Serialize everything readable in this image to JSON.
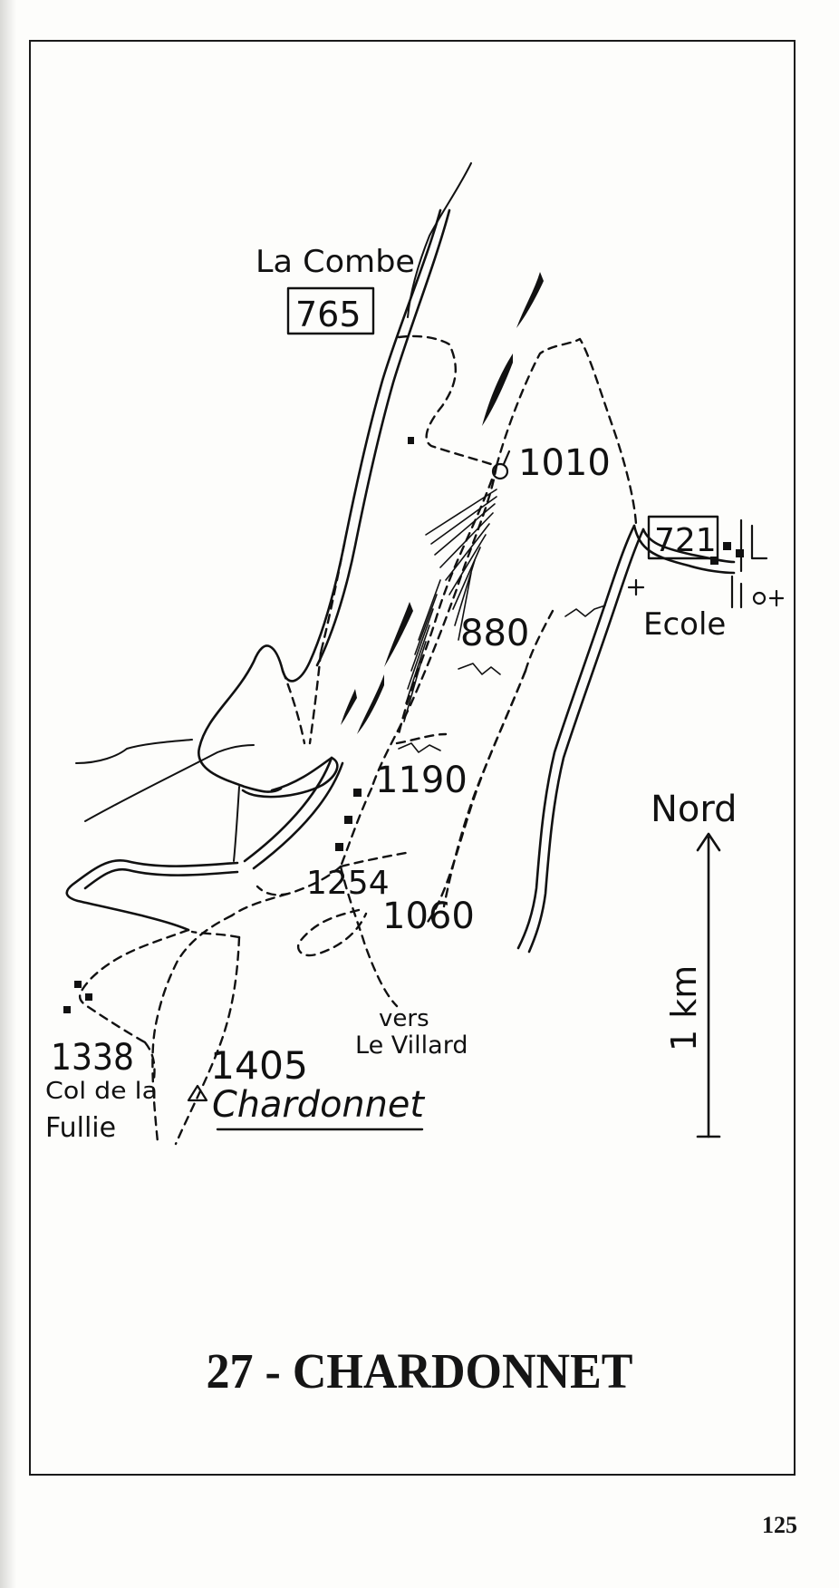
{
  "map": {
    "places": {
      "la_combe": "La Combe",
      "col": "Col de la",
      "fullie": "Fullie",
      "chardonnet": "Chardonnet",
      "vers": "vers",
      "le_villard": "Le Villard",
      "ecole": "Ecole"
    },
    "altitudes": {
      "a765": "765",
      "a721": "721",
      "a1010": "1010",
      "a880": "880",
      "a1190": "1190",
      "a1254": "1254",
      "a1060": "1060",
      "a1338": "1338",
      "a1405": "1405"
    },
    "compass": {
      "label": "Nord"
    },
    "scale": {
      "label": "1 km"
    }
  },
  "caption": {
    "title": "27 - CHARDONNET"
  },
  "page": {
    "number": "125"
  },
  "colors": {
    "ink": "#111111",
    "paper": "#fdfdfb"
  }
}
